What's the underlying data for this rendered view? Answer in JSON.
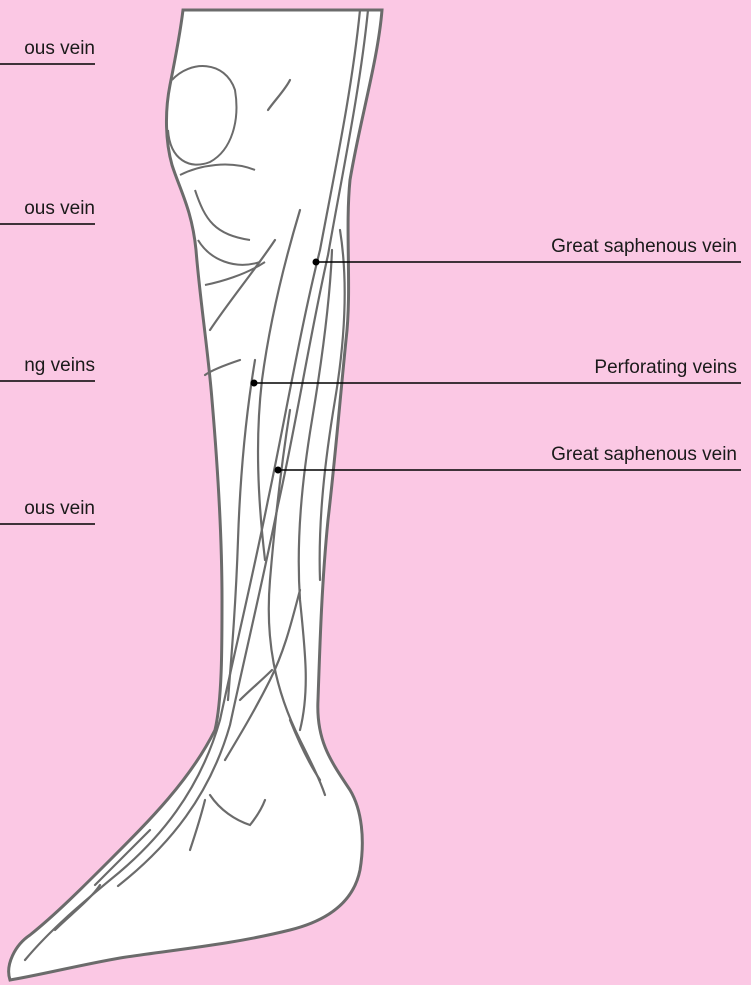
{
  "colors": {
    "background": "#fbc8e4",
    "leg_fill": "#ffffff",
    "vein_outline": "#6b6b6b",
    "leader_line": "#000000"
  },
  "labels": {
    "left": [
      {
        "text": "ous vein"
      },
      {
        "text": "ous vein"
      },
      {
        "text": "ng veins"
      },
      {
        "text": "ous vein"
      }
    ],
    "right": [
      {
        "text": "Great saphenous vein"
      },
      {
        "text": "Perforating veins"
      },
      {
        "text": "Great saphenous vein"
      }
    ]
  }
}
